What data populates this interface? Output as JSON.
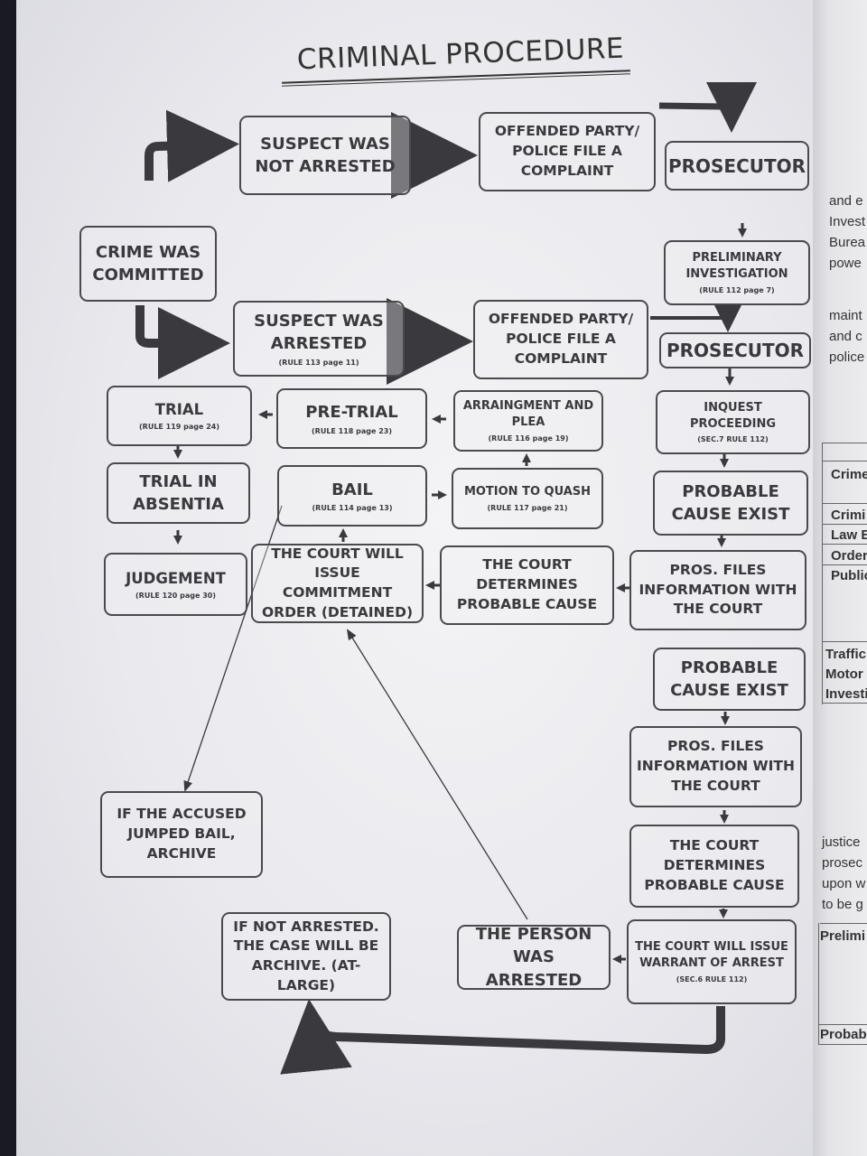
{
  "title": "CRIMINAL PROCEDURE",
  "nodes": {
    "crime_committed": "CRIME WAS COMMITTED",
    "suspect_not_arrested": "SUSPECT WAS NOT ARRESTED",
    "complaint_top": "OFFENDED PARTY/ POLICE FILE A COMPLAINT",
    "prosecutor_top": "PROSECUTOR",
    "preliminary_investigation": {
      "label": "PRELIMINARY INVESTIGATION",
      "rule": "(RULE 112 page 7)"
    },
    "suspect_arrested": {
      "label": "SUSPECT WAS ARRESTED",
      "rule": "(RULE 113 page 11)"
    },
    "complaint_mid": "OFFENDED PARTY/ POLICE FILE A COMPLAINT",
    "prosecutor_mid": "PROSECUTOR",
    "inquest": {
      "label": "INQUEST PROCEEDING",
      "rule": "(SEC.7 RULE 112)"
    },
    "arraignment": {
      "label": "ARRAINGMENT AND PLEA",
      "rule": "(RULE 116 page 19)"
    },
    "pre_trial": {
      "label": "PRE-TRIAL",
      "rule": "(RULE 118 page 23)"
    },
    "trial": {
      "label": "TRIAL",
      "rule": "(RULE 119 page 24)"
    },
    "trial_absentia": "TRIAL IN ABSENTIA",
    "judgement": {
      "label": "JUDGEMENT",
      "rule": "(RULE 120 page 30)"
    },
    "bail": {
      "label": "BAIL",
      "rule": "(RULE 114 page 13)"
    },
    "motion_quash": {
      "label": "MOTION TO QUASH",
      "rule": "(RULE 117 page 21)"
    },
    "probable_cause_1": "PROBABLE CAUSE EXIST",
    "court_commitment": "THE COURT WILL ISSUE COMMITMENT ORDER (DETAINED)",
    "court_determines_1": "THE COURT DETERMINES PROBABLE CAUSE",
    "pros_files_1": "PROS. FILES INFORMATION WITH THE COURT",
    "probable_cause_2": "PROBABLE CAUSE EXIST",
    "pros_files_2": "PROS. FILES INFORMATION WITH THE COURT",
    "jumped_bail": "IF THE ACCUSED JUMPED BAIL, ARCHIVE",
    "court_determines_2": "THE COURT DETERMINES PROBABLE CAUSE",
    "not_arrested_archive": "IF NOT ARRESTED. THE CASE WILL BE ARCHIVE. (AT-LARGE)",
    "person_arrested": "THE PERSON WAS ARRESTED",
    "warrant": {
      "label": "THE COURT WILL ISSUE WARRANT OF ARREST",
      "rule": "(SEC.6 RULE 112)"
    }
  },
  "next_page": {
    "lines": [
      "and e",
      "Invest",
      "Burea",
      "powe",
      "maint",
      "and c",
      "police"
    ],
    "table_rows": [
      "Crime",
      "Crimi",
      "Law E",
      "Order",
      "Public",
      "Traffic",
      "Motor",
      "Investi"
    ],
    "bottom_lines": [
      "justice",
      "prosec",
      "upon w",
      "to be g"
    ],
    "bottom_table": [
      "Prelimi",
      "Probab"
    ]
  }
}
